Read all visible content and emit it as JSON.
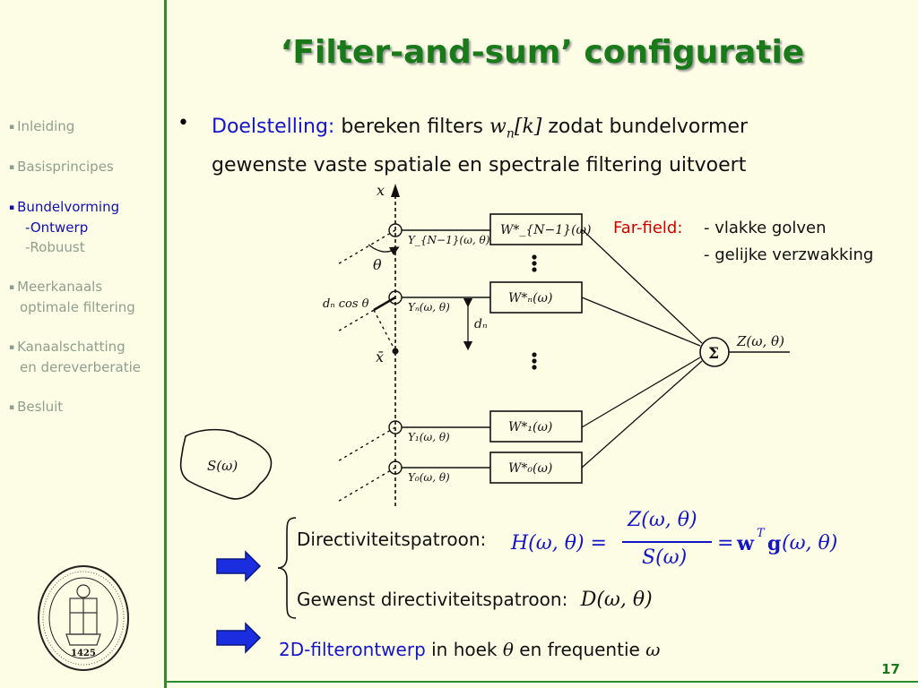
{
  "title": "‘Filter-and-sum’ configuratie",
  "nav": {
    "items": [
      {
        "label": "Inleiding"
      },
      {
        "label": "Basisprincipes"
      },
      {
        "label": "Bundelvorming",
        "sub": [
          "-Ontwerp",
          "-Robuust"
        ]
      },
      {
        "label": "Meerkanaals",
        "cont": "optimale filtering"
      },
      {
        "label": "Kanaalschatting",
        "cont": "en dereverberatie"
      },
      {
        "label": "Besluit"
      }
    ]
  },
  "bullet": {
    "symbol": "•",
    "lead": "Doelstelling:",
    "text_before": "bereken filters",
    "filter_symbol": "w",
    "filter_subscript": "n",
    "filter_index": "[k]",
    "text_after": "zodat bundelvormer",
    "line2": "gewenste vaste spatiale en spectrale filtering uitvoert"
  },
  "farfield": {
    "label": "Far-field:",
    "items": [
      "- vlakke golven",
      "- gelijke verzwakking"
    ]
  },
  "diagram": {
    "axis_x": "x",
    "axis_x_bar": "x̄",
    "angle": "θ",
    "spacing_formula": "dₙ cos θ",
    "spacing": "dₙ",
    "source": "S(ω)",
    "sum_symbol": "Σ",
    "output": "Z(ω, θ)",
    "filters": [
      {
        "signal": "Y_{N−1}(ω, θ)",
        "filter": "W*_{N−1}(ω)"
      },
      {
        "signal": "Yₙ(ω, θ)",
        "filter": "W*ₙ(ω)"
      },
      {
        "signal": "Y₁(ω, θ)",
        "filter": "W*₁(ω)"
      },
      {
        "signal": "Y₀(ω, θ)",
        "filter": "W*₀(ω)"
      }
    ]
  },
  "directiviteit_label": "Directiviteitspatroon:",
  "formula": {
    "lhs": "H(ω, θ) =",
    "numerator": "Z(ω, θ)",
    "denominator": "S(ω)",
    "rhs_eq": "=",
    "rhs_w": "w",
    "rhs_sup": "T",
    "rhs_g": "g",
    "rhs_args": "(ω, θ)"
  },
  "gewenst_label": "Gewenst directiviteitspatroon:",
  "gewenst_formula": "D(ω, θ)",
  "ontwerp": {
    "lead": "2D-filterontwerp",
    "mid": "in hoek",
    "theta": "θ",
    "mid2": "en frequentie",
    "omega": "ω"
  },
  "seal": {
    "year": "1425"
  },
  "page_number": "17",
  "colors": {
    "accent_green": "#2e8b2e",
    "title_green": "#1a7a1a",
    "link_blue": "#1515c8",
    "red": "#d10000",
    "arrow_blue": "#1a2ee0",
    "background": "#fdfde6"
  }
}
